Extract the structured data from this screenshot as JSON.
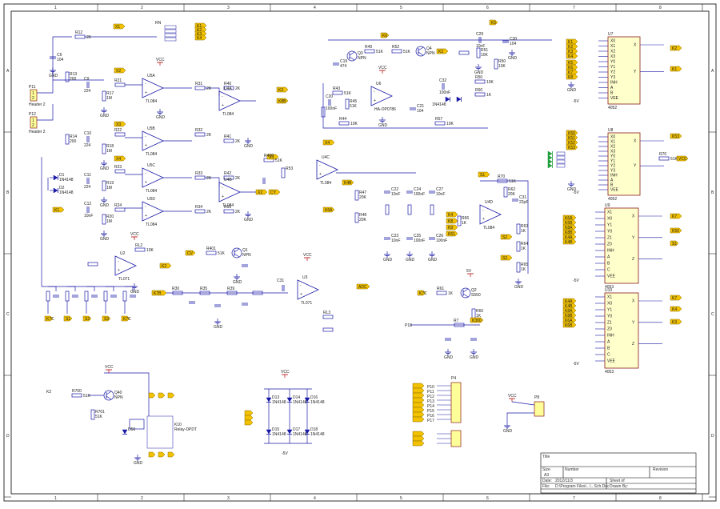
{
  "border": {
    "cols": [
      "1",
      "2",
      "3",
      "4",
      "5",
      "6",
      "7",
      "8"
    ],
    "rows": [
      "A",
      "B",
      "C",
      "D"
    ]
  },
  "connectors": [
    {
      "ref": "P11",
      "name": "Header 2"
    },
    {
      "ref": "P12",
      "name": "Header 2"
    }
  ],
  "opamps": [
    {
      "ref": "U4A",
      "part": "TL084"
    },
    {
      "ref": "U4B",
      "part": "TL084"
    },
    {
      "ref": "U4C",
      "part": "TL084"
    },
    {
      "ref": "U4D",
      "part": "TL084"
    },
    {
      "ref": "U5A",
      "part": "TL084"
    },
    {
      "ref": "U5B",
      "part": "TL084"
    },
    {
      "ref": "U5C",
      "part": "TL084"
    },
    {
      "ref": "U5D",
      "part": "TL084"
    },
    {
      "ref": "U6",
      "part": "HA-OP0786"
    },
    {
      "ref": "U2",
      "part": "TL071"
    },
    {
      "ref": "U3",
      "part": "TL071"
    }
  ],
  "muxes": [
    {
      "ref": "U7",
      "part": "4052",
      "pins": [
        "X0",
        "X1",
        "X2",
        "X3",
        "Y0",
        "Y1",
        "Y2",
        "Y3",
        "INH",
        "A",
        "B",
        "VEE"
      ],
      "out": [
        "X",
        "Y"
      ]
    },
    {
      "ref": "U8",
      "part": "4052",
      "pins": [
        "X0",
        "X1",
        "X2",
        "X3",
        "Y0",
        "Y1",
        "Y2",
        "Y3",
        "INH",
        "A",
        "B",
        "VEE"
      ],
      "out": [
        "X",
        "Y"
      ]
    },
    {
      "ref": "U9",
      "part": "4053",
      "pins": [
        "X1",
        "X0",
        "Y1",
        "Y0",
        "Z1",
        "Z0",
        "INH",
        "A",
        "B",
        "C",
        "VEE"
      ],
      "out": [
        "X",
        "Y",
        "Z"
      ]
    },
    {
      "ref": "U10",
      "part": "4053",
      "pins": [
        "X1",
        "X0",
        "Y1",
        "Y0",
        "Z1",
        "Z0",
        "INH",
        "A",
        "B",
        "C",
        "VEE"
      ],
      "out": [
        "X",
        "Y",
        "Z"
      ]
    }
  ],
  "transistors": [
    {
      "ref": "Q1",
      "type": "NPN"
    },
    {
      "ref": "Q2",
      "type": "S550"
    },
    {
      "ref": "Q3",
      "type": "NPN"
    },
    {
      "ref": "Q4",
      "type": "NPN"
    },
    {
      "ref": "Q40",
      "type": "NPN"
    }
  ],
  "relay": {
    "ref": "K10",
    "part": "Relay-DPDT"
  },
  "diodes": [
    {
      "ref": "D1",
      "part": "1N4148"
    },
    {
      "ref": "D2",
      "part": "1N4148"
    },
    {
      "ref": "D13",
      "part": "1N4148"
    },
    {
      "ref": "D14",
      "part": "1N4148"
    },
    {
      "ref": "D16",
      "part": "1N4148"
    },
    {
      "ref": "D15",
      "part": "1N4148"
    },
    {
      "ref": "D17",
      "part": "1N4148"
    },
    {
      "ref": "D18",
      "part": "1N4148"
    },
    {
      "ref": "D50",
      "part": ""
    }
  ],
  "resistors": [
    {
      "ref": "R12",
      "value": "20"
    },
    {
      "ref": "R13",
      "value": "200"
    },
    {
      "ref": "R17",
      "value": "1M"
    },
    {
      "ref": "R18",
      "value": "1M"
    },
    {
      "ref": "R19",
      "value": "1M"
    },
    {
      "ref": "R20",
      "value": "1M"
    },
    {
      "ref": "R14",
      "value": "200"
    },
    {
      "ref": "R31",
      "value": "2K"
    },
    {
      "ref": "R32",
      "value": "2K"
    },
    {
      "ref": "R33",
      "value": "2K"
    },
    {
      "ref": "R34",
      "value": "2K"
    },
    {
      "ref": "R40",
      "value": "2K"
    },
    {
      "ref": "R41",
      "value": "2K"
    },
    {
      "ref": "R42",
      "value": "2K"
    },
    {
      "ref": "R43",
      "value": "51K"
    },
    {
      "ref": "R44",
      "value": "10K"
    },
    {
      "ref": "R45",
      "value": "51K"
    },
    {
      "ref": "R46",
      "value": "51K"
    },
    {
      "ref": "R47",
      "value": "20K"
    },
    {
      "ref": "R48",
      "value": "20K"
    },
    {
      "ref": "R49",
      "value": "51K"
    },
    {
      "ref": "R50",
      "value": "10K"
    },
    {
      "ref": "R51",
      "value": "10K"
    },
    {
      "ref": "R52",
      "value": "51K"
    },
    {
      "ref": "R53",
      "value": "10K"
    },
    {
      "ref": "R54",
      "value": "10K"
    },
    {
      "ref": "R55",
      "value": "2K"
    },
    {
      "ref": "R56",
      "value": "2K"
    },
    {
      "ref": "R57",
      "value": "10K"
    },
    {
      "ref": "R60",
      "value": "1K"
    },
    {
      "ref": "R61",
      "value": "1K"
    },
    {
      "ref": "R62",
      "value": "20K"
    },
    {
      "ref": "R63",
      "value": "1K"
    },
    {
      "ref": "R64",
      "value": "1K"
    },
    {
      "ref": "R65",
      "value": "1K"
    },
    {
      "ref": "R66",
      "value": "1K"
    },
    {
      "ref": "R70",
      "value": "51K"
    },
    {
      "ref": "R400",
      "value": "51K"
    },
    {
      "ref": "R401",
      "value": "51K"
    },
    {
      "ref": "R700",
      "value": "51K"
    },
    {
      "ref": "R701",
      "value": "51K"
    },
    {
      "ref": "RL1",
      "value": "10K"
    },
    {
      "ref": "RL2",
      "value": "10K"
    },
    {
      "ref": "RL3",
      "value": "10K"
    }
  ],
  "capacitors": [
    {
      "ref": "C6",
      "value": "104"
    },
    {
      "ref": "C9",
      "value": "224"
    },
    {
      "ref": "C10",
      "value": "224"
    },
    {
      "ref": "C11",
      "value": "224"
    },
    {
      "ref": "C12",
      "value": "10nF"
    },
    {
      "ref": "C19",
      "value": "474"
    },
    {
      "ref": "C20",
      "value": "100nF"
    },
    {
      "ref": "C21",
      "value": "104"
    },
    {
      "ref": "C22",
      "value": "10nF"
    },
    {
      "ref": "C23",
      "value": "10nF"
    },
    {
      "ref": "C24",
      "value": "100nF"
    },
    {
      "ref": "C25",
      "value": "100nF"
    },
    {
      "ref": "C26",
      "value": "100nF"
    },
    {
      "ref": "C27",
      "value": "10nF"
    },
    {
      "ref": "C29",
      "value": "10nF"
    },
    {
      "ref": "C30",
      "value": "104"
    },
    {
      "ref": "C31",
      "value": "22pF"
    },
    {
      "ref": "C32",
      "value": "100nF"
    },
    {
      "ref": "C200",
      "value": "10nF"
    }
  ],
  "labels": {
    "gnd": "GND",
    "vcc": "VCC",
    "vplus": "5V",
    "vminus": "-5V",
    "nets": [
      "X1",
      "X2",
      "X3",
      "X4",
      "K1",
      "K2",
      "K3",
      "K4",
      "K5",
      "K6",
      "K7",
      "K8",
      "K9",
      "K50",
      "K51",
      "K52",
      "K53",
      "K4A",
      "K4B",
      "K6A",
      "K6B",
      "K8A",
      "K8B",
      "CX",
      "CY",
      "CV",
      "K300",
      "K301",
      "ADC",
      "K7B",
      "K7C",
      "S1",
      "S2",
      "S3"
    ]
  },
  "title_block": {
    "title_label": "Title",
    "size_label": "Size",
    "size_value": "A3",
    "number_label": "Number",
    "revision_label": "Revision",
    "date_label": "Date:",
    "date_value": "2012/11/3",
    "sheet_label": "Sheet   of",
    "file_label": "File:",
    "file_value": "D:\\Program Files\\...\\...Sch.Doc",
    "drawn_label": "Drawn By:"
  }
}
